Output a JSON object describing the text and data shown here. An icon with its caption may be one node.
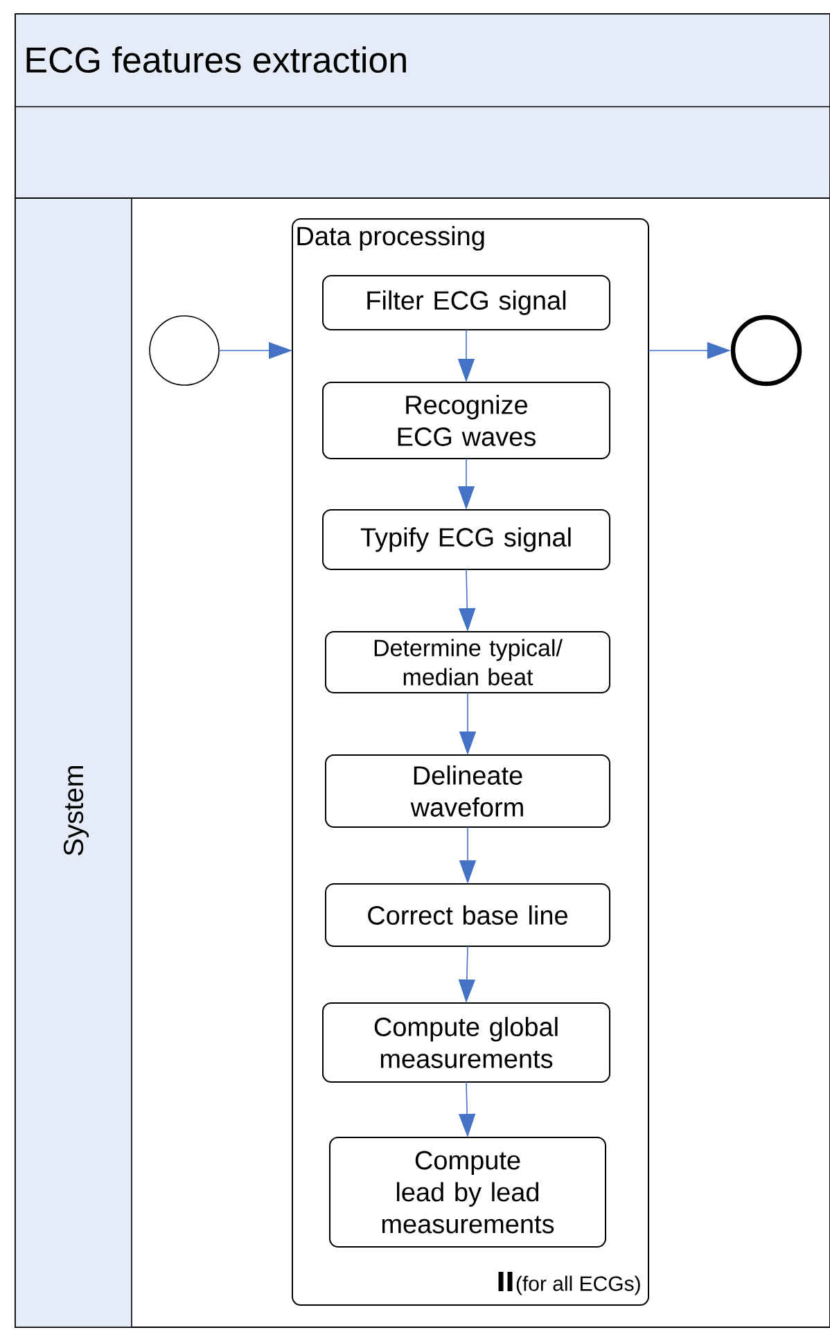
{
  "diagram": {
    "nodes": [
      {
        "text": [
          "ECG features extraction"
        ]
      },
      {
        "text": [
          "System"
        ],
        "in": 0
      },
      {
        "text": [],
        "shape": "circle",
        "in": 1
      },
      {
        "text": [
          "Data processing",
          "(for all ECGs)"
        ],
        "in": 1
      },
      {
        "text": [
          "Filter ECG signal"
        ],
        "in": 3
      },
      {
        "text": [
          "Recognize ECG waves"
        ],
        "in": 3
      },
      {
        "text": [
          "Typify ECG signal"
        ],
        "in": 3
      },
      {
        "text": [
          "Determine typical/ median beat"
        ],
        "in": 3
      },
      {
        "text": [
          "Delineate waveform"
        ],
        "in": 3
      },
      {
        "text": [
          "Correct base line"
        ],
        "in": 3
      },
      {
        "text": [
          "Compute global measurements"
        ],
        "in": 3
      },
      {
        "text": [
          "Compute lead by lead measurements"
        ],
        "in": 3
      },
      {
        "text": [],
        "shape": "circle",
        "in": 1
      }
    ],
    "edges": [
      {
        "from": 2,
        "to": 3,
        "arrow": "to"
      },
      {
        "from": 3,
        "to": 12,
        "arrow": "to"
      },
      {
        "from": 4,
        "to": 5,
        "arrow": "to"
      },
      {
        "from": 5,
        "to": 6,
        "arrow": "to"
      },
      {
        "from": 6,
        "to": 7,
        "arrow": "to"
      },
      {
        "from": 7,
        "to": 8,
        "arrow": "to"
      },
      {
        "from": 8,
        "to": 9,
        "arrow": "to"
      },
      {
        "from": 9,
        "to": 10,
        "arrow": "to"
      },
      {
        "from": 10,
        "to": 11,
        "arrow": "to"
      }
    ]
  }
}
